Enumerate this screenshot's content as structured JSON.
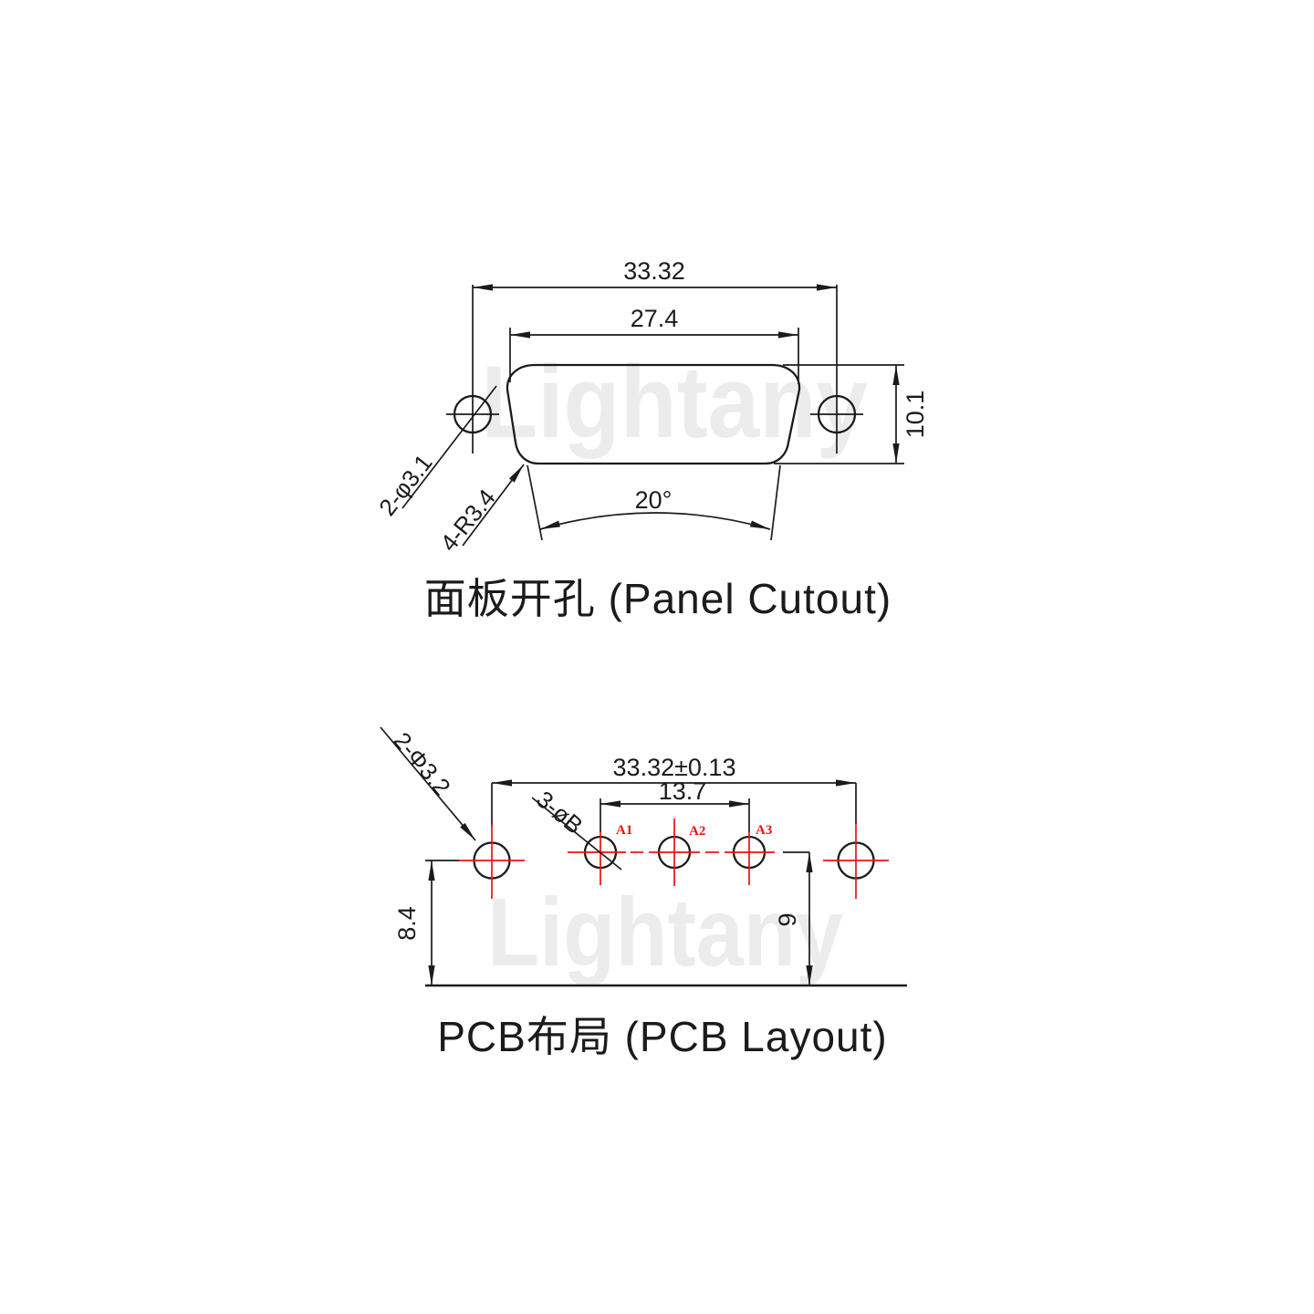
{
  "colors": {
    "line": "#1b1b1b",
    "accent": "#ee1111",
    "watermark": "#ececec",
    "background": "#ffffff"
  },
  "watermark": {
    "text": "Lightany"
  },
  "panel_cutout": {
    "title": "面板开孔 (Panel Cutout)",
    "dim_outer_width": "33.32",
    "dim_inner_width": "27.4",
    "dim_height": "10.1",
    "dim_angle": "20°",
    "label_mount_holes": "2-φ3.1",
    "label_corner_radius": "4-R3.4"
  },
  "pcb_layout": {
    "title": "PCB布局 (PCB Layout)",
    "dim_mount_pitch": "33.32±0.13",
    "dim_signal_pitch": "13.7",
    "dim_left_height": "8.4",
    "dim_right_height": "9",
    "label_mount_holes": "2-Φ3.2",
    "label_signal_holes": "3-øB",
    "pad_labels": [
      "A1",
      "A2",
      "A3"
    ]
  }
}
